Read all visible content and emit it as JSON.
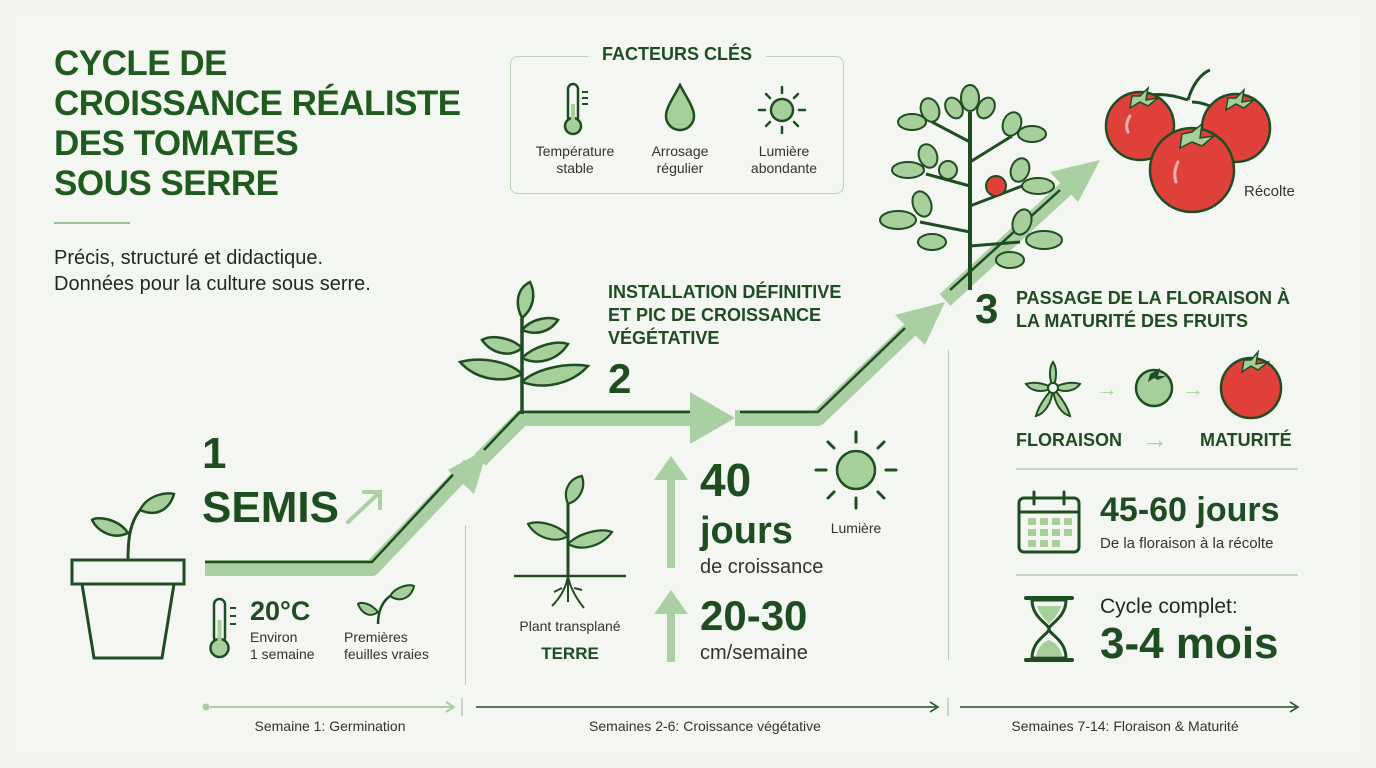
{
  "title": "CYCLE DE\nCROISSANCE RÉALISTE\nDES TOMATES\nSOUS SERRE",
  "subtitle": "Précis, structuré et didactique.\nDonnées pour la culture sous serre.",
  "factors": {
    "title": "FACTEURS CLÉS",
    "items": [
      {
        "icon": "thermometer-icon",
        "label": "Température\nstable"
      },
      {
        "icon": "water-drop-icon",
        "label": "Arrosage\nrégulier"
      },
      {
        "icon": "sun-icon",
        "label": "Lumière\nabondante"
      }
    ]
  },
  "stage1": {
    "number": "1",
    "name": "SEMIS",
    "temperature": "20°C",
    "duration": "Environ\n1 semaine",
    "leaves": "Premières\nfeuilles vraies"
  },
  "stage2": {
    "number": "2",
    "heading": "INSTALLATION DÉFINITIVE\nET PIC DE CROISSANCE\nVÉGÉTATIVE",
    "transplant": "Plant transplané",
    "soil": "TERRE",
    "days": "40",
    "days_unit": "jours",
    "days_caption": "de croissance",
    "growth": "20-30",
    "growth_unit": "cm/semaine",
    "light": "Lumière"
  },
  "stage3": {
    "number": "3",
    "heading": "PASSAGE DE LA FLORAISON À\nLA MATURITÉ DES FRUITS",
    "flowering": "FLORAISON",
    "maturity": "MATURITÉ",
    "days": "45-60 jours",
    "days_caption": "De la floraison à la récolte",
    "cycle_caption": "Cycle complet:",
    "cycle": "3-4 mois",
    "harvest": "Récolte"
  },
  "timeline": [
    "Semaine 1: Germination",
    "Semaines 2-6: Croissance végétative",
    "Semaines 7-14: Floraison & Maturité"
  ],
  "colors": {
    "dark_green": "#1f4d22",
    "light_green": "#a9cfa3",
    "leaf_fill": "#a6cf9c",
    "tomato_red": "#e0403a"
  }
}
